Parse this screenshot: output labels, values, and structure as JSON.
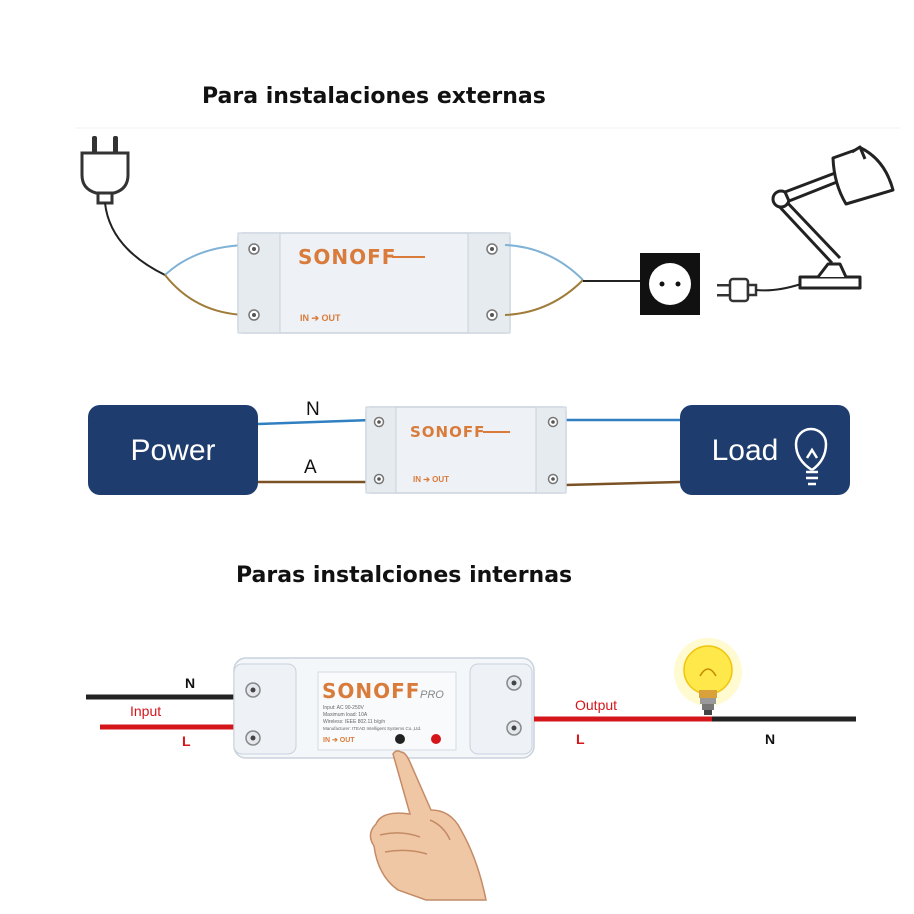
{
  "section_external": {
    "title": "Para instalaciones externas",
    "sonoff_top": {
      "brand": "SONOFF",
      "io_label": "IN ➔ OUT"
    }
  },
  "block_diagram": {
    "power_label": "Power",
    "load_label": "Load",
    "wire_top_label": "N",
    "wire_bottom_label": "A",
    "sonoff": {
      "brand": "SONOFF",
      "io_label": "IN ➔ OUT"
    }
  },
  "section_internal": {
    "title": "Paras instalciones internas",
    "sonoff_pro": {
      "brand": "SONOFF",
      "model": "PRO",
      "spec_lines": [
        "Input: AC 90-250V",
        "Maximum load: 10A",
        "Wireless: IEEE 802.11 b/g/n",
        "Manufacturer: ITEAD Intelligent Systems Co.,Ltd."
      ],
      "io_label": "IN ➔ OUT"
    },
    "input_label": "Input",
    "output_label": "Output",
    "left_n_label": "N",
    "left_l_label": "L",
    "right_l_label": "L",
    "right_n_label": "N"
  },
  "colors": {
    "navy_box": "#1f3c6e",
    "wire_blue": "#7fb2d6",
    "wire_brown": "#a07c3a",
    "wire_red": "#d4161b",
    "brand_orange": "#d97b3a"
  }
}
